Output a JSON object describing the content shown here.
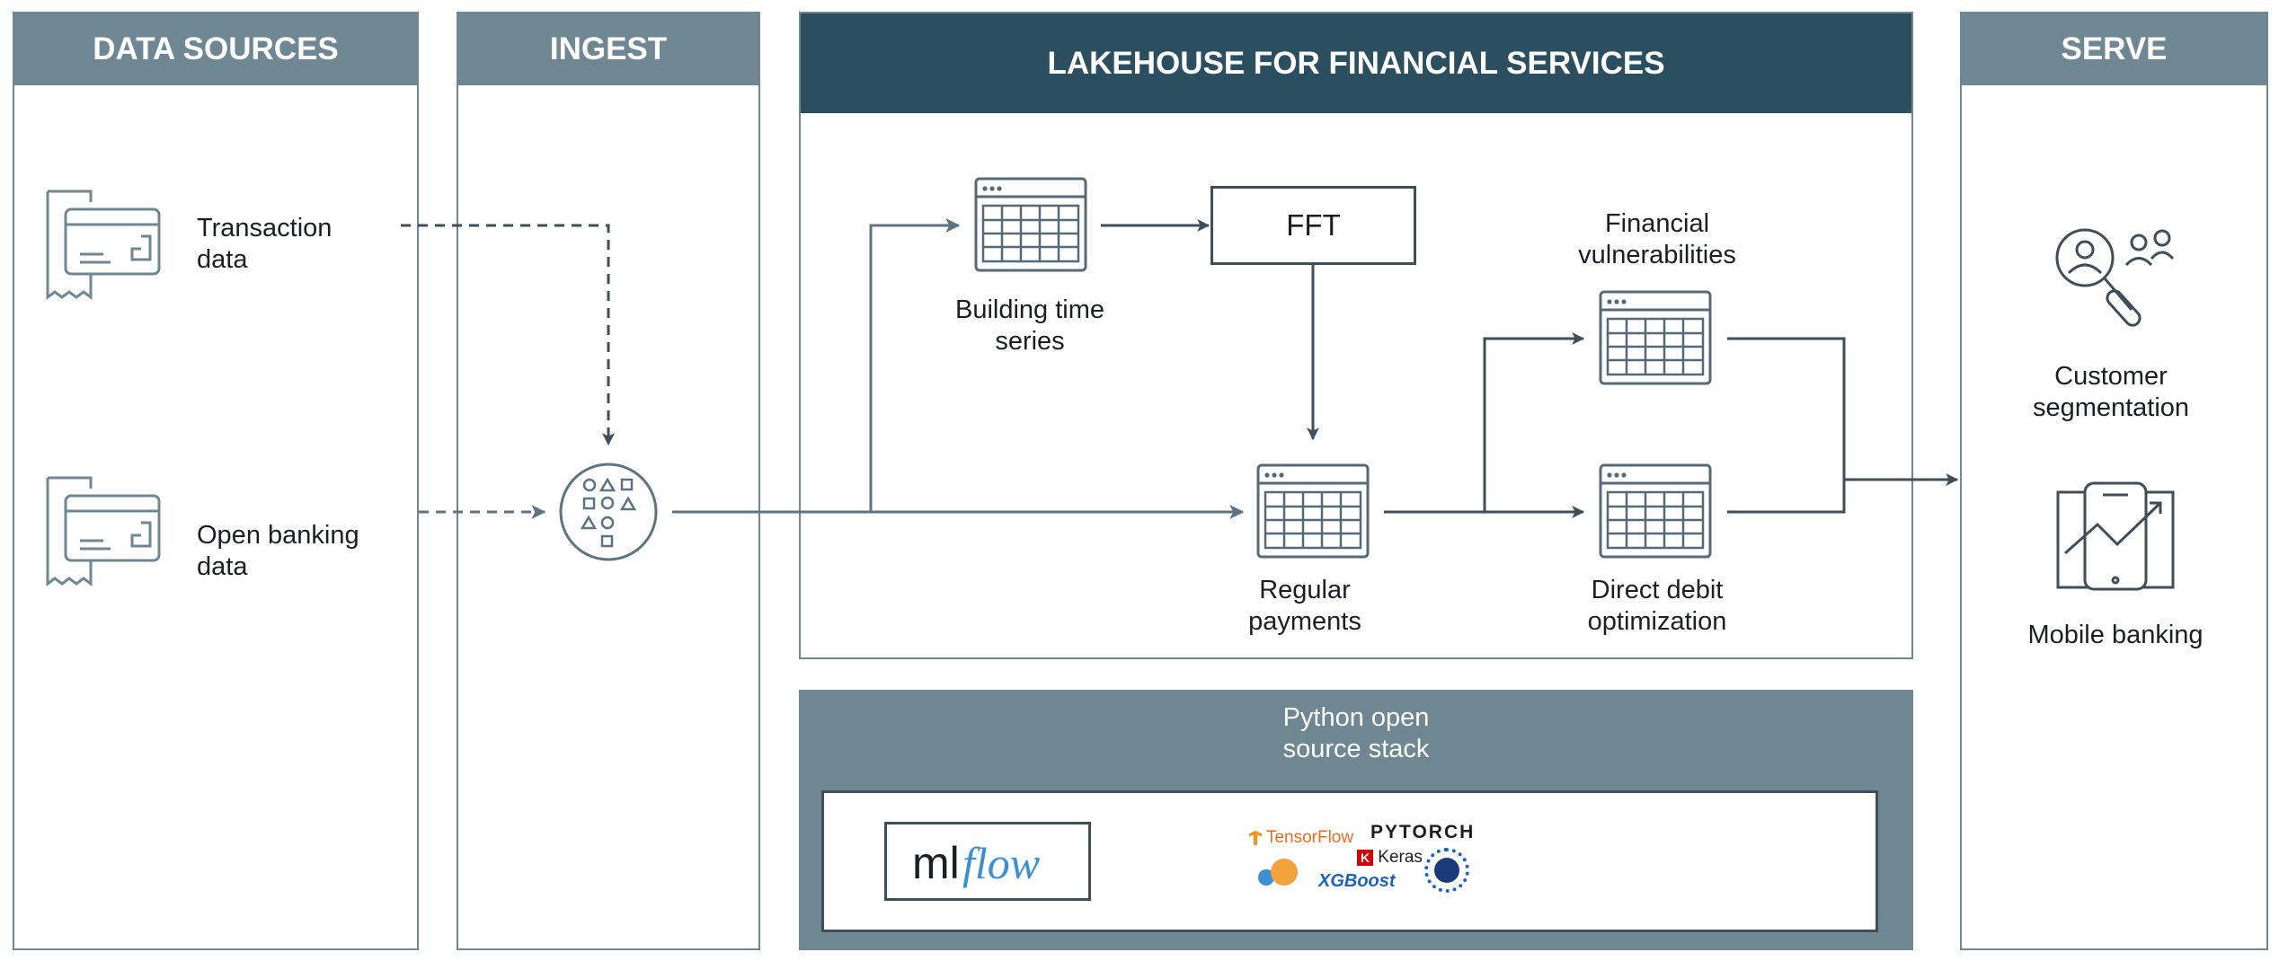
{
  "columns": {
    "data_sources": "DATA SOURCES",
    "ingest": "INGEST",
    "lakehouse": "LAKEHOUSE FOR FINANCIAL SERVICES",
    "serve": "SERVE"
  },
  "sources": {
    "transaction": "Transaction\ndata",
    "open_banking": "Open banking\ndata"
  },
  "lakehouse": {
    "building_time_series": "Building time\nseries",
    "fft": "FFT",
    "financial_vulnerabilities": "Financial\nvulnerabilities",
    "regular_payments": "Regular\npayments",
    "direct_debit_optimization": "Direct debit\noptimization"
  },
  "stack": {
    "title": "Python open\nsource stack",
    "mlflow_ml": "ml",
    "mlflow_flow": "flow",
    "tensorflow": "TensorFlow",
    "pytorch": "PYTORCH",
    "keras": "Keras",
    "xgboost": "XGBoost"
  },
  "serve": {
    "customer_segmentation": "Customer\nsegmentation",
    "mobile_banking": "Mobile banking"
  },
  "colors": {
    "header_gray": "#6f8792",
    "header_dark": "#2b4f5f",
    "line": "#3f4e58",
    "arrow": "#5c7380"
  }
}
